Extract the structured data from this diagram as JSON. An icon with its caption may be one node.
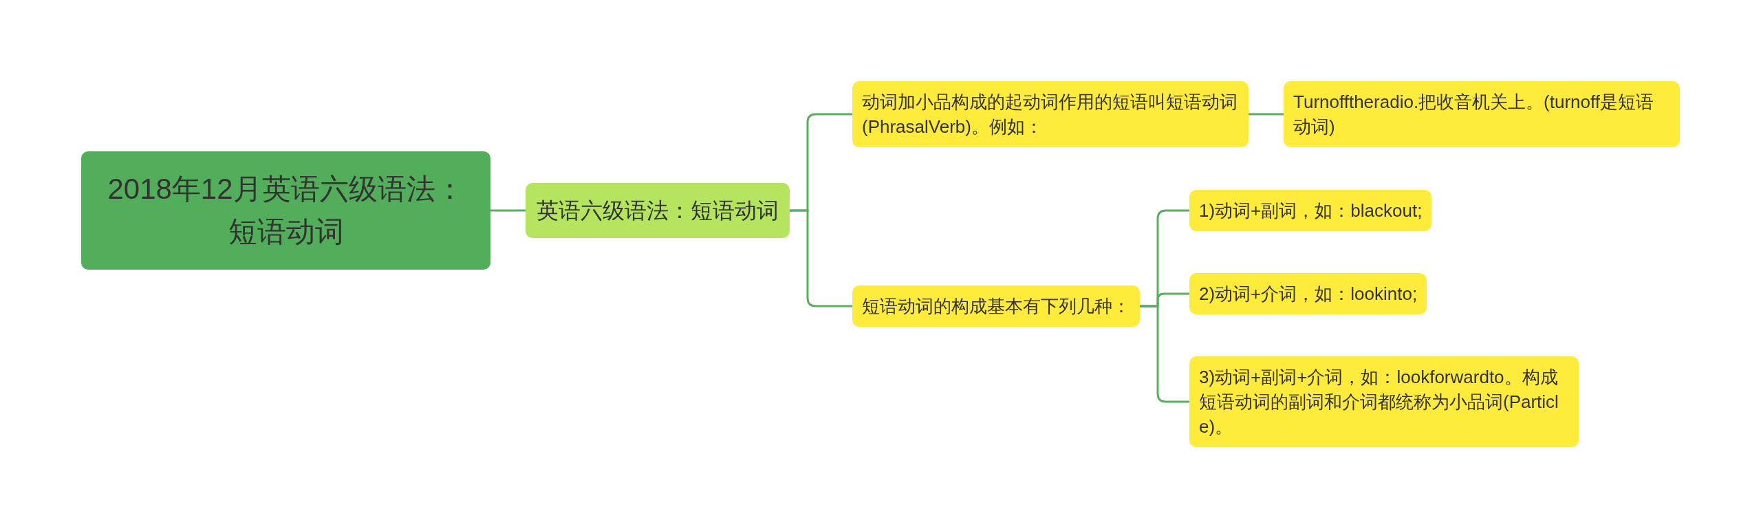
{
  "diagram": {
    "nodes": [
      {
        "text": [
          "2018年12月英语六级语法：短语动词"
        ]
      },
      {
        "text": [
          "英语六级语法：短语动词"
        ]
      },
      {
        "text": [
          "动词加小品构成的起动词作用的短语叫短语动词(PhrasalVerb)。例如："
        ]
      },
      {
        "text": [
          "Turnofftheradio.把收音机关上。(turnoff是短语动词)"
        ]
      },
      {
        "text": [
          "短语动词的构成基本有下列几种："
        ]
      },
      {
        "text": [
          "1)动词+副词，如：blackout;"
        ]
      },
      {
        "text": [
          "2)动词+介词，如：lookinto;"
        ]
      },
      {
        "text": [
          "3)动词+副词+介词，如：lookforwardto。构成短语动词的副词和介词都统称为小品词(Particle)。"
        ]
      }
    ],
    "edges": [
      {
        "from": 0,
        "to": 1,
        "arrow": "none"
      },
      {
        "from": 1,
        "to": 2,
        "arrow": "none"
      },
      {
        "from": 1,
        "to": 4,
        "arrow": "none"
      },
      {
        "from": 2,
        "to": 3,
        "arrow": "none"
      },
      {
        "from": 4,
        "to": 5,
        "arrow": "none"
      },
      {
        "from": 4,
        "to": 6,
        "arrow": "none"
      },
      {
        "from": 4,
        "to": 7,
        "arrow": "none"
      }
    ]
  }
}
